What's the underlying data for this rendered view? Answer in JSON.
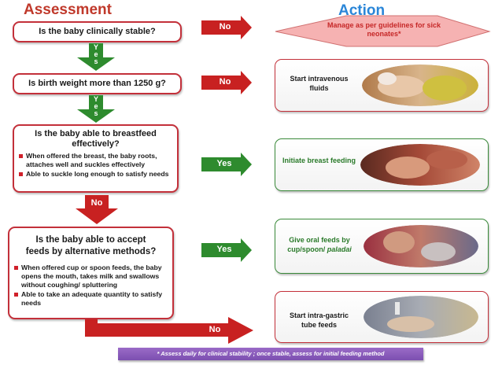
{
  "headers": {
    "assessment": "Assessment",
    "action": "Action"
  },
  "questions": {
    "q1": "Is the baby clinically stable?",
    "q2": "Is birth weight more than 1250 g?",
    "q3": "Is the baby able to breastfeed effectively?",
    "q3_bullets": [
      "When offered the breast,  the baby roots, attaches well and suckles effectively",
      "Able to suckle long enough to satisfy needs"
    ],
    "q4": "Is the baby able to accept feeds by alternative methods?",
    "q4_bullets": [
      "When offered cup or spoon feeds,  the baby opens the mouth, takes milk and swallows without coughing/ spluttering",
      "Able to take an adequate quantity to  satisfy needs"
    ]
  },
  "answers": {
    "no": "No",
    "yes": "Yes",
    "yes_vertical": [
      "Y",
      "e",
      "s"
    ]
  },
  "actions": {
    "a1": "Manage as per guidelines for  sick neonates*",
    "a2": "Start intravenous fluids",
    "a3": "Initiate breast feeding",
    "a4_main": "Give oral feeds by cup/spoon/ ",
    "a4_italic": "paladai",
    "a5": "Start intra-gastric tube feeds"
  },
  "footnote": "*  Assess daily for clinical stability ; once stable, assess for initial feeding method",
  "colors": {
    "red": "#c3303a",
    "green": "#2e8b2e",
    "blue": "#2a86d8",
    "purple": "#7c4fb0"
  }
}
